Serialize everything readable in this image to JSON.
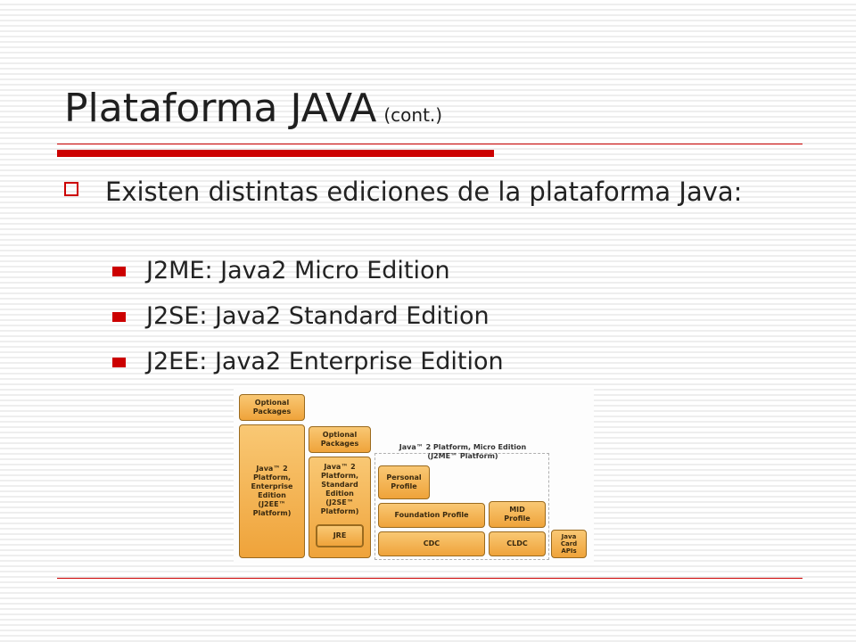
{
  "slide": {
    "title": "Plataforma JAVA",
    "title_suffix": "(cont.)",
    "bullet": "Existen distintas ediciones de la plataforma Java:",
    "sub_bullets": [
      "J2ME: Java2 Micro Edition",
      "J2SE: Java2 Standard Edition",
      "J2EE: Java2 Enterprise Edition"
    ],
    "accent_color": "#cc0000"
  },
  "diagram": {
    "j2ee_optional": "Optional\nPackages",
    "j2ee_platform": "Java™ 2\nPlatform,\nEnterprise\nEdition\n(J2EE™\nPlatform)",
    "j2se_optional": "Optional\nPackages",
    "j2se_platform": "Java™ 2\nPlatform,\nStandard\nEdition\n(J2SE™\nPlatform)",
    "jre": "JRE",
    "me_label": "Java™ 2 Platform, Micro Edition\n(J2ME™ Platform)",
    "personal_profile": "Personal\nProfile",
    "foundation_profile": "Foundation Profile",
    "mid_profile": "MID\nProfile",
    "cdc": "CDC",
    "cldc": "CLDC",
    "java_card": "Java\nCard\nAPIs"
  }
}
